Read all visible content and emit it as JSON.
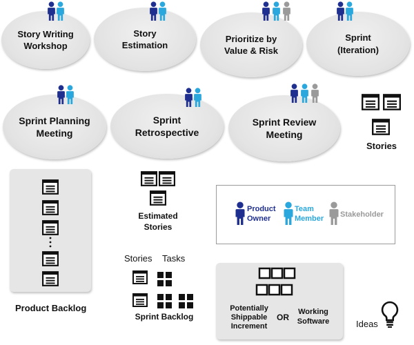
{
  "ceremonies": [
    {
      "id": "story-writing-workshop",
      "label": "Story Writing\nWorkshop",
      "roles": [
        "product-owner",
        "team-member"
      ]
    },
    {
      "id": "story-estimation",
      "label": "Story\nEstimation",
      "roles": [
        "product-owner",
        "team-member"
      ]
    },
    {
      "id": "prioritize",
      "label": "Prioritize by\nValue & Risk",
      "roles": [
        "product-owner",
        "team-member",
        "stakeholder"
      ]
    },
    {
      "id": "sprint",
      "label": "Sprint\n(Iteration)",
      "roles": [
        "product-owner",
        "team-member"
      ]
    },
    {
      "id": "sprint-planning",
      "label": "Sprint Planning\nMeeting",
      "roles": [
        "product-owner",
        "team-member"
      ]
    },
    {
      "id": "sprint-retrospective",
      "label": "Sprint\nRetrospective",
      "roles": [
        "product-owner",
        "team-member"
      ]
    },
    {
      "id": "sprint-review",
      "label": "Sprint Review\nMeeting",
      "roles": [
        "product-owner",
        "team-member",
        "stakeholder"
      ]
    }
  ],
  "artifacts": {
    "stories": "Stories",
    "estimated_stories": "Estimated\nStories",
    "product_backlog": "Product Backlog",
    "sprint_backlog": "Sprint Backlog",
    "sprint_backlog_stories_header": "Stories",
    "sprint_backlog_tasks_header": "Tasks",
    "increment_left": "Potentially\nShippable\nIncrement",
    "increment_or": "OR",
    "increment_right": "Working\nSoftware",
    "ideas": "Ideas"
  },
  "legend": {
    "product_owner": "Product\nOwner",
    "team_member": "Team\nMember",
    "stakeholder": "Stakeholder"
  },
  "colors": {
    "product_owner": "#1f2f8f",
    "team_member": "#2aa7dc",
    "stakeholder": "#9a9a9a",
    "ellipse_fill": "#e3e3e3",
    "panel_fill": "#e6e6e6"
  }
}
